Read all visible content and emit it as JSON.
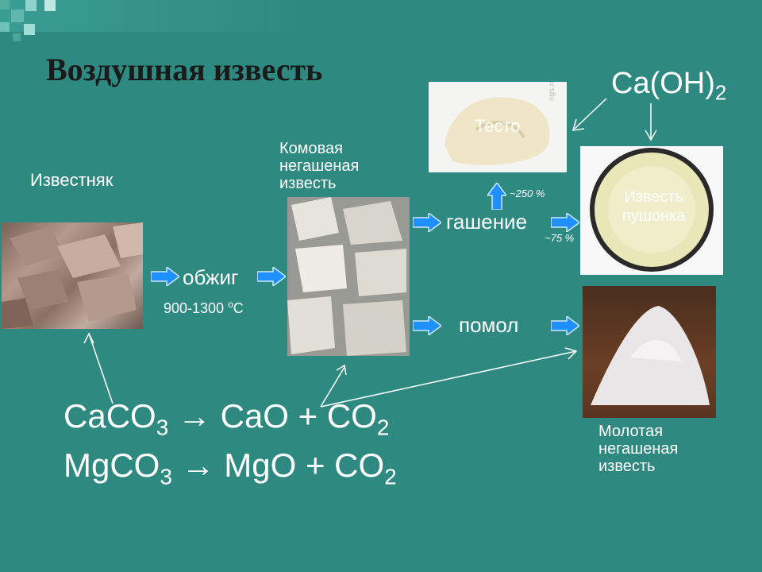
{
  "title": "Воздушная известь",
  "labels": {
    "limestone": "Известняк",
    "firing": "обжиг",
    "temperature": "900-1300 ",
    "temperature_sup": "о",
    "temperature_unit": "С",
    "lump_lime_line1": "Комовая",
    "lump_lime_line2": "негашеная",
    "lump_lime_line3": "известь",
    "slaking": "гашение",
    "grinding": "помол",
    "dough": "Тесто",
    "dough_pct": "~250 %",
    "fluff_line1": "Известь",
    "fluff_line2": "пушонка",
    "fluff_pct": "~75 %",
    "ground_line1": "Молотая",
    "ground_line2": "негашеная",
    "ground_line3": "известь"
  },
  "formula_caoh": {
    "base": "Ca(OH)",
    "sub": "2"
  },
  "equations": [
    {
      "p1": "CaCO",
      "s1": "3",
      "p2": " → CaO + CO",
      "s2": "2"
    },
    {
      "p1": "MgCO",
      "s1": "3",
      "p2": " → MgO + CO",
      "s2": "2"
    }
  ],
  "photo_watermarks": {
    "dough": "ngs.ru"
  },
  "colors": {
    "background": "#2e8a80",
    "arrow": "#1e90ff",
    "title": "#1a1a1a"
  }
}
